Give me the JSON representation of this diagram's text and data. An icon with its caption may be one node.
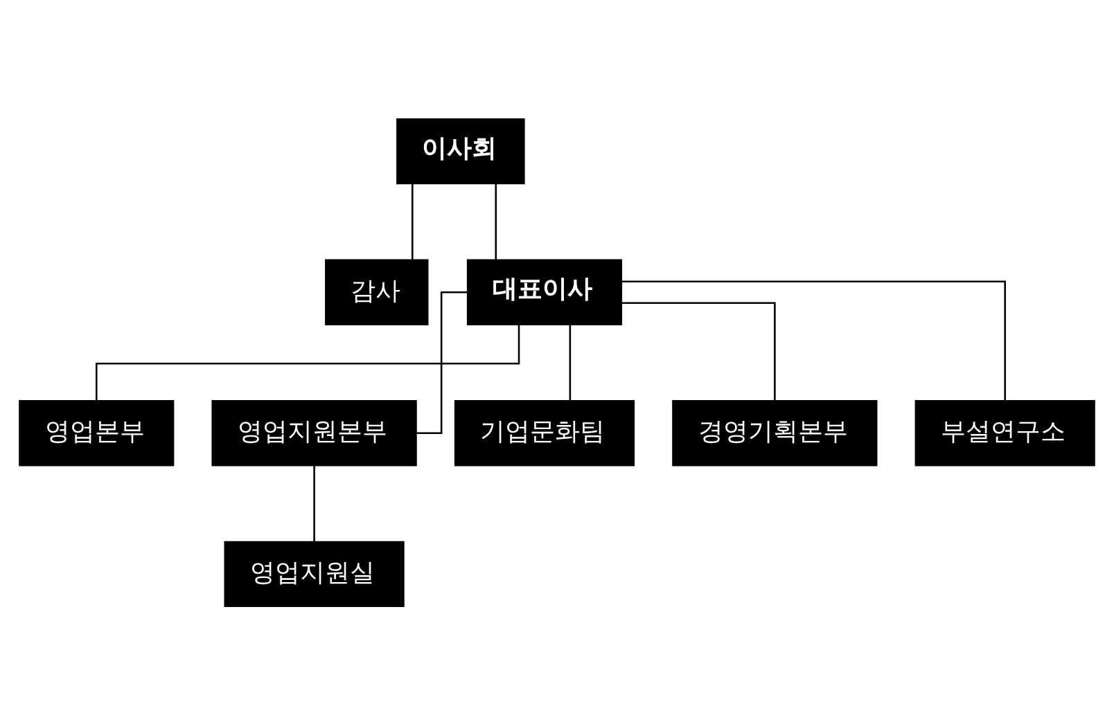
{
  "diagram": {
    "nodes": [
      {
        "text": [
          "이사회"
        ]
      },
      {
        "text": [
          "감사"
        ]
      },
      {
        "text": [
          "대표이사"
        ]
      },
      {
        "text": [
          "영업본부"
        ]
      },
      {
        "text": [
          "영업지원본부"
        ]
      },
      {
        "text": [
          "기업문화팀"
        ]
      },
      {
        "text": [
          "경영기획본부"
        ]
      },
      {
        "text": [
          "부설연구소"
        ]
      },
      {
        "text": [
          "영업지원실"
        ]
      }
    ],
    "edges": [
      {
        "from": 0,
        "to": 1,
        "arrow": "none"
      },
      {
        "from": 0,
        "to": 2,
        "arrow": "none"
      },
      {
        "from": 2,
        "to": 3,
        "arrow": "none"
      },
      {
        "from": 2,
        "to": 4,
        "arrow": "none"
      },
      {
        "from": 2,
        "to": 5,
        "arrow": "none"
      },
      {
        "from": 2,
        "to": 6,
        "arrow": "none"
      },
      {
        "from": 2,
        "to": 7,
        "arrow": "none"
      },
      {
        "from": 4,
        "to": 8,
        "arrow": "none"
      }
    ]
  }
}
